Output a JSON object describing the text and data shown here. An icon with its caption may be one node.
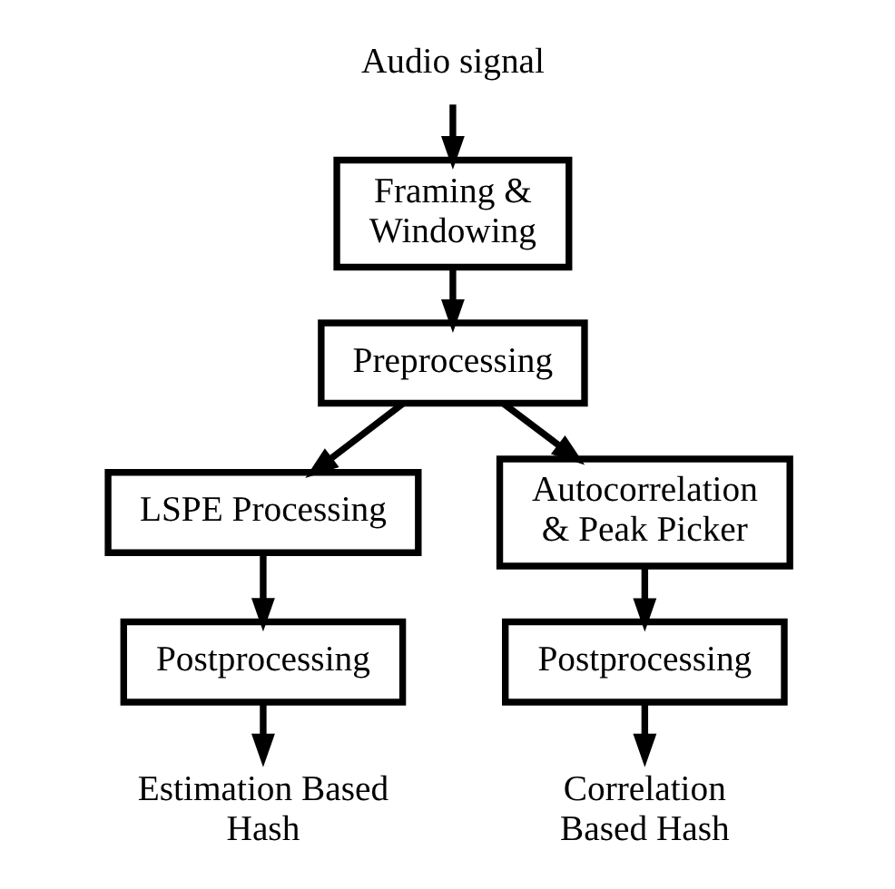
{
  "diagram": {
    "nodes": [
      {
        "text": [
          "Audio signal"
        ]
      },
      {
        "text": [
          "Framing & Windowing"
        ]
      },
      {
        "text": [
          "Preprocessing"
        ]
      },
      {
        "text": [
          "LSPE Processing"
        ]
      },
      {
        "text": [
          "Autocorrelation & Peak Picker"
        ]
      },
      {
        "text": [
          "Postprocessing"
        ]
      },
      {
        "text": [
          "Postprocessing"
        ]
      },
      {
        "text": [
          "Estimation Based Hash"
        ]
      },
      {
        "text": [
          "Correlation Based Hash"
        ]
      }
    ],
    "edges": [
      {
        "from": 0,
        "to": 1,
        "arrow": "to"
      },
      {
        "from": 1,
        "to": 2,
        "arrow": "to"
      },
      {
        "from": 2,
        "to": 3,
        "arrow": "to"
      },
      {
        "from": 2,
        "to": 4,
        "arrow": "to"
      },
      {
        "from": 3,
        "to": 5,
        "arrow": "to"
      },
      {
        "from": 4,
        "to": 6,
        "arrow": "to"
      },
      {
        "from": 5,
        "to": 7,
        "arrow": "to"
      },
      {
        "from": 6,
        "to": 8,
        "arrow": "to"
      }
    ]
  }
}
